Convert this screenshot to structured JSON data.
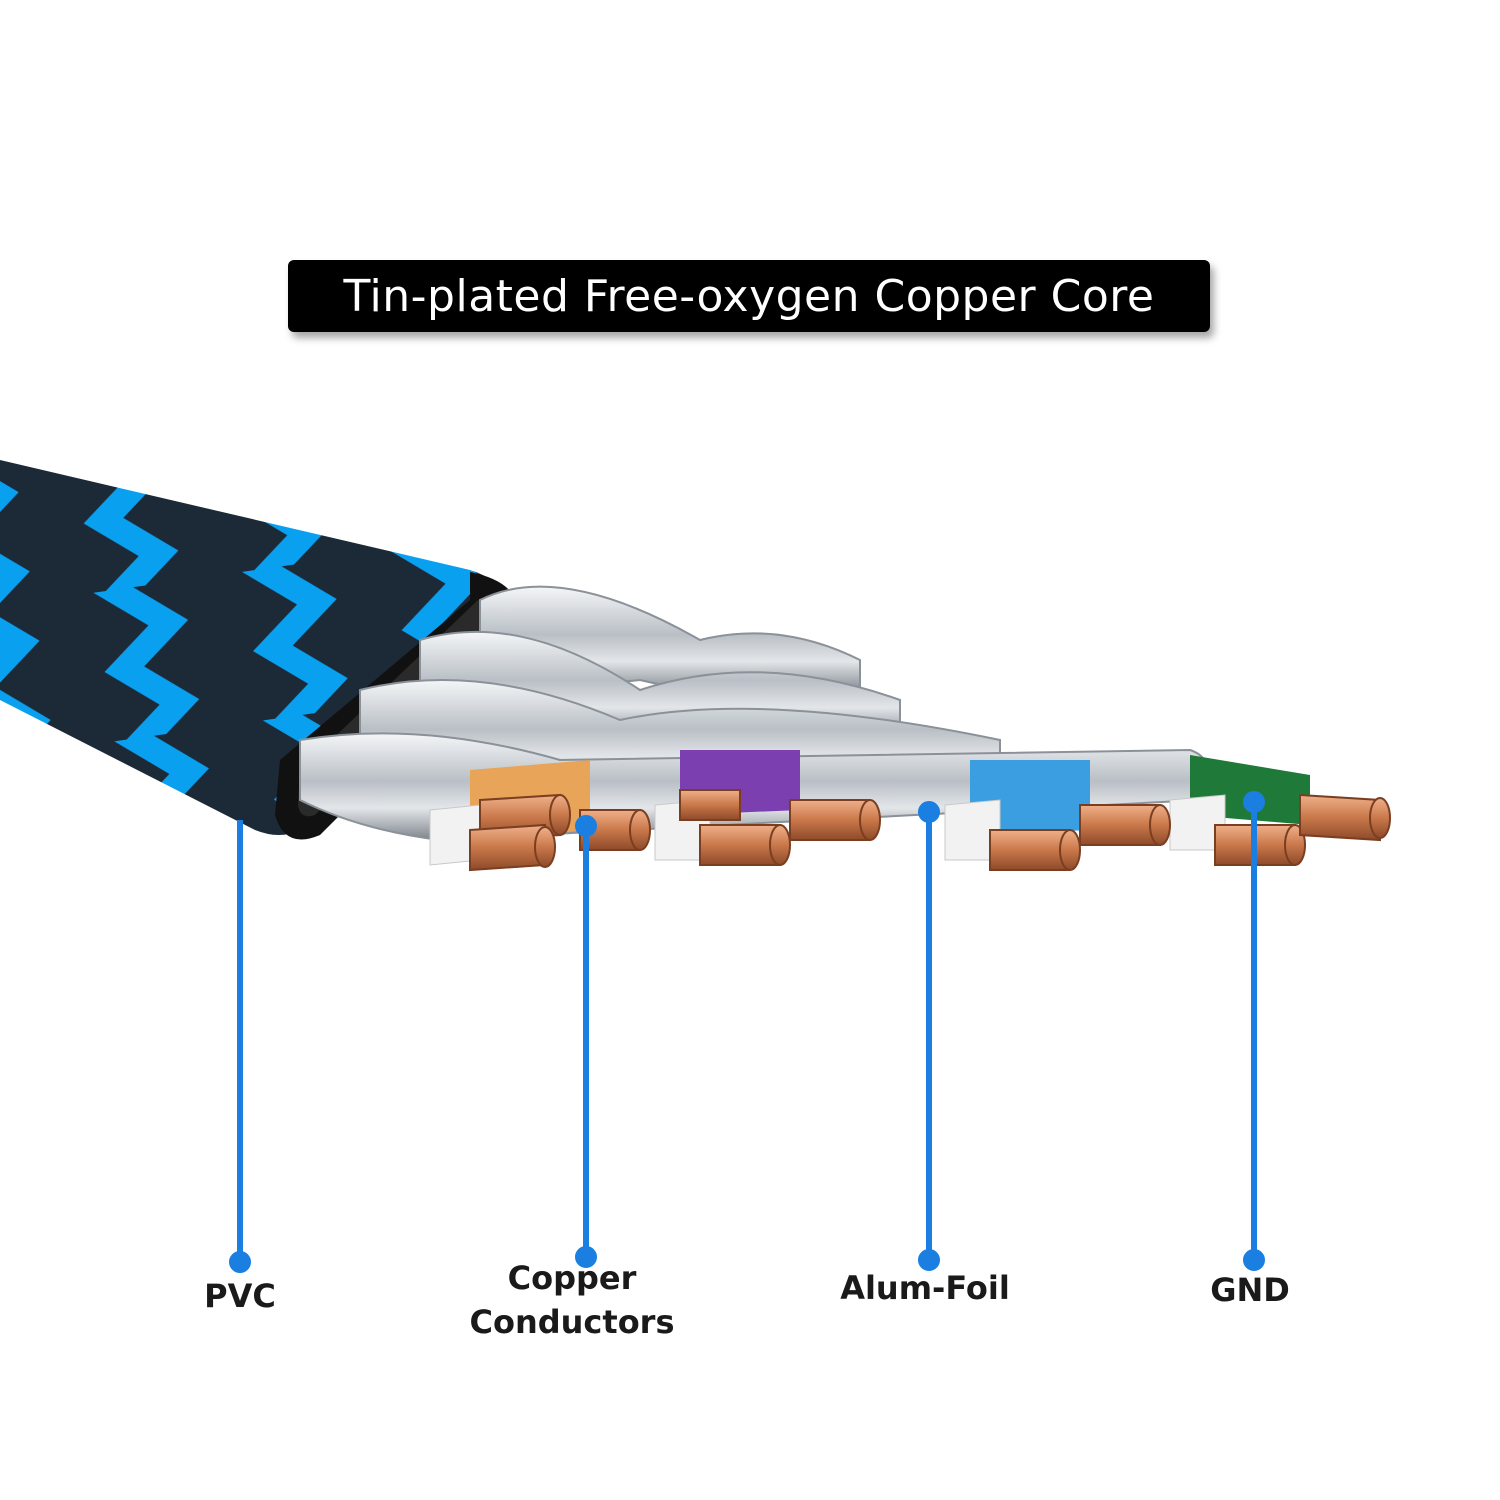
{
  "title": "Tin-plated Free-oxygen Copper Core",
  "colors": {
    "background": "#ffffff",
    "banner": "#000000",
    "callout_line": "#1a7fe0",
    "jacket_blue": "#0aa0f0",
    "jacket_dark": "#1c2a38",
    "foil": "#c9ced3",
    "copper": "#d08a5e",
    "wire_orange": "#e8a55a",
    "wire_purple": "#7b3fb0",
    "wire_green": "#1f7a3a",
    "wire_blue": "#3a9ee0",
    "wire_white": "#f2f2f2"
  },
  "callouts": [
    {
      "id": "pvc",
      "label": "PVC"
    },
    {
      "id": "copper",
      "label": "Copper\nConductors"
    },
    {
      "id": "foil",
      "label": "Alum-Foil"
    },
    {
      "id": "gnd",
      "label": "GND"
    }
  ]
}
